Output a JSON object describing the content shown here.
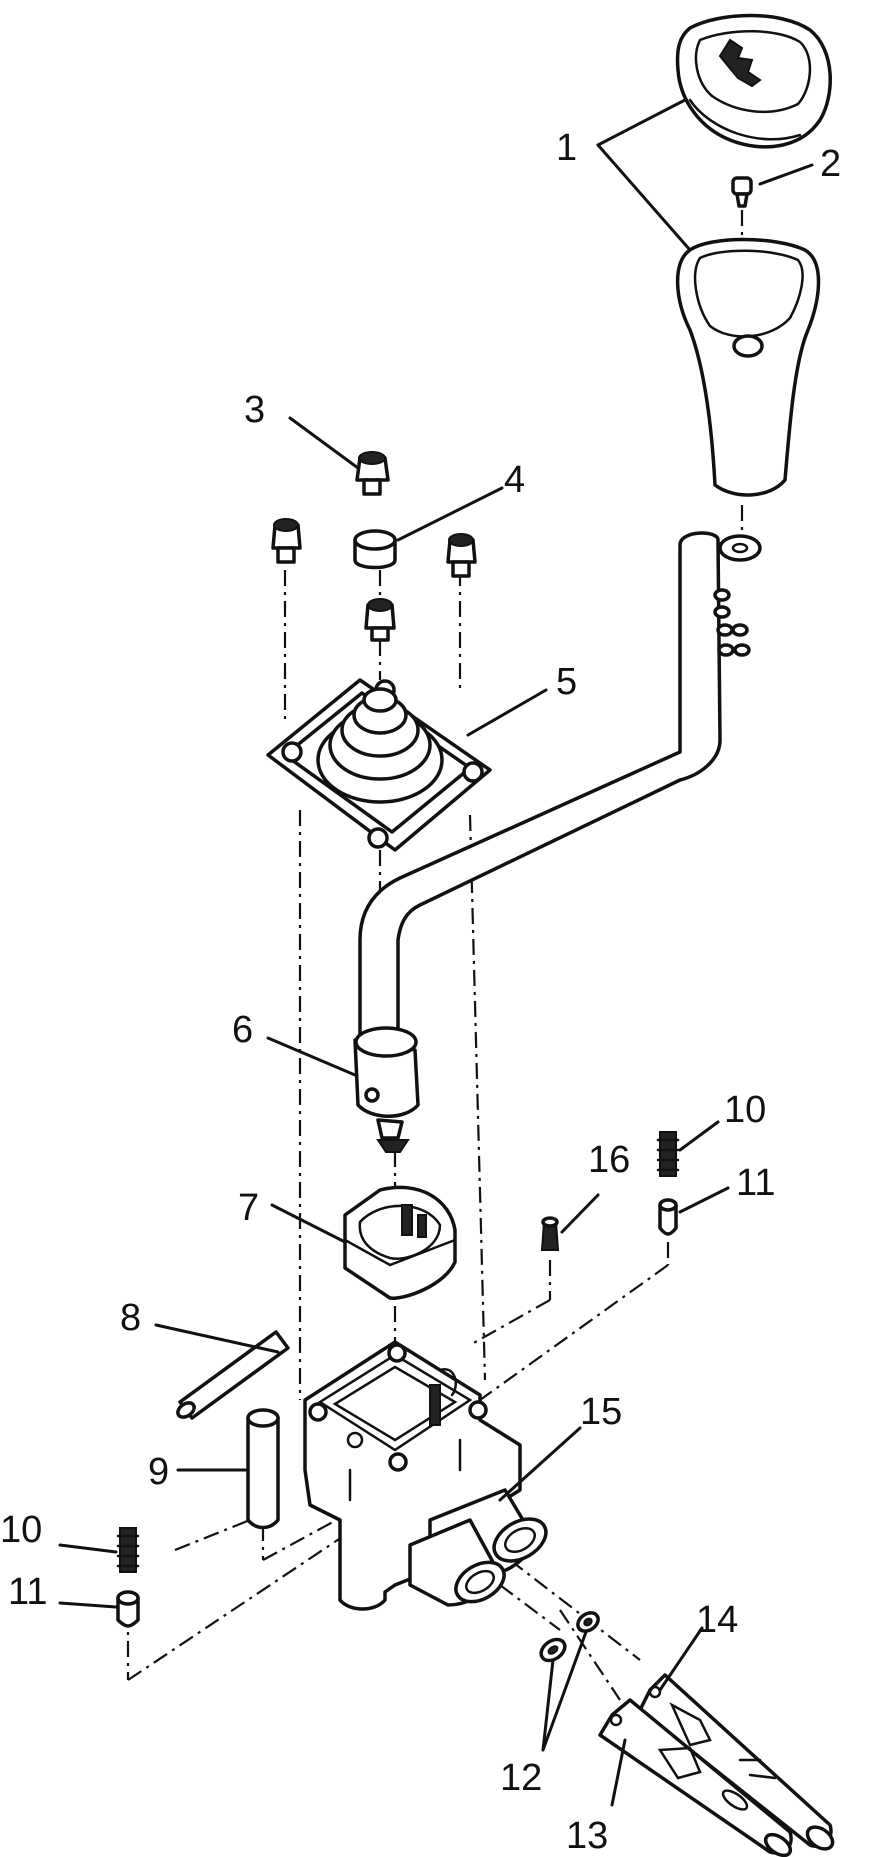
{
  "diagram": {
    "callouts": [
      {
        "id": "c1",
        "text": "1"
      },
      {
        "id": "c2",
        "text": "2"
      },
      {
        "id": "c3",
        "text": "3"
      },
      {
        "id": "c4",
        "text": "4"
      },
      {
        "id": "c5",
        "text": "5"
      },
      {
        "id": "c6",
        "text": "6"
      },
      {
        "id": "c7",
        "text": "7"
      },
      {
        "id": "c8",
        "text": "8"
      },
      {
        "id": "c9",
        "text": "9"
      },
      {
        "id": "c10a",
        "text": "10"
      },
      {
        "id": "c10b",
        "text": "10"
      },
      {
        "id": "c11a",
        "text": "11"
      },
      {
        "id": "c11b",
        "text": "11"
      },
      {
        "id": "c12",
        "text": "12"
      },
      {
        "id": "c13",
        "text": "13"
      },
      {
        "id": "c14",
        "text": "14"
      },
      {
        "id": "c15",
        "text": "15"
      },
      {
        "id": "c16",
        "text": "16"
      }
    ]
  }
}
